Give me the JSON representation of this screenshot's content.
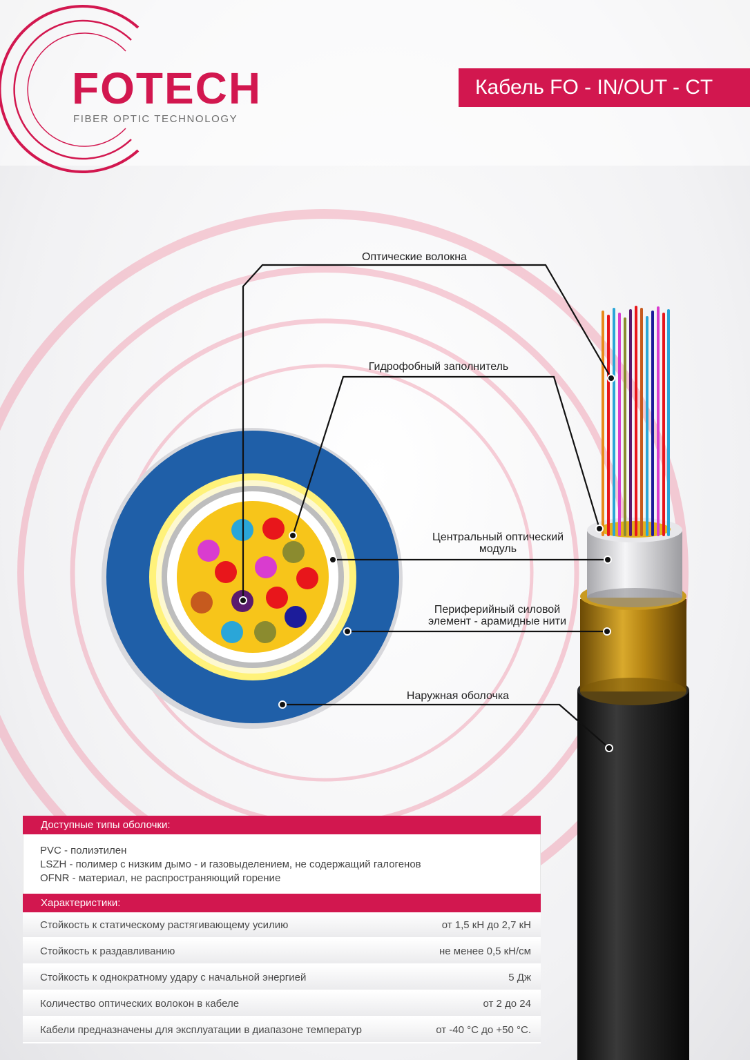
{
  "logo": {
    "name": "FOTECH",
    "tagline": "FIBER OPTIC TECHNOLOGY"
  },
  "title": "Кабель FO - IN/OUT - CT",
  "callouts": {
    "fibers": "Оптические волокна",
    "filler": "Гидрофобный заполнитель",
    "module": "Центральный оптический модуль",
    "strength": "Периферийный силовой элемент - арамидные нити",
    "sheath": "Наружная оболочка"
  },
  "sheath_section": {
    "heading": "Доступные типы оболочки:",
    "items": [
      "PVC - полиэтилен",
      "LSZH - полимер с низким дымо - и газовыделением, не содержащий галогенов",
      "OFNR - материал, не распространяющий горение"
    ]
  },
  "characteristics": {
    "heading": "Характеристики:",
    "rows": [
      {
        "label": "Стойкость к статическому растягивающему усилию",
        "value": "от 1,5 кН  до 2,7 кН"
      },
      {
        "label": "Стойкость к раздавливанию",
        "value": "не менее 0,5 кН/см"
      },
      {
        "label": "Стойкость к однократному удару с начальной энергией",
        "value": "5 Дж"
      },
      {
        "label": "Количество оптических волокон в кабеле",
        "value": "от 2 до 24"
      },
      {
        "label": "Кабели предназначены для эксплуатации в диапазоне температур",
        "value": "от -40 °C до +50 °C."
      }
    ]
  },
  "colors": {
    "brand": "#d2174f",
    "outer_jacket_section": "#1f5fa8",
    "aramid_section": "#fff27a",
    "gel_filler": "#f7c51a",
    "cable_jacket": "#1c1c1c",
    "aramid_yarn": "#b8860b"
  }
}
